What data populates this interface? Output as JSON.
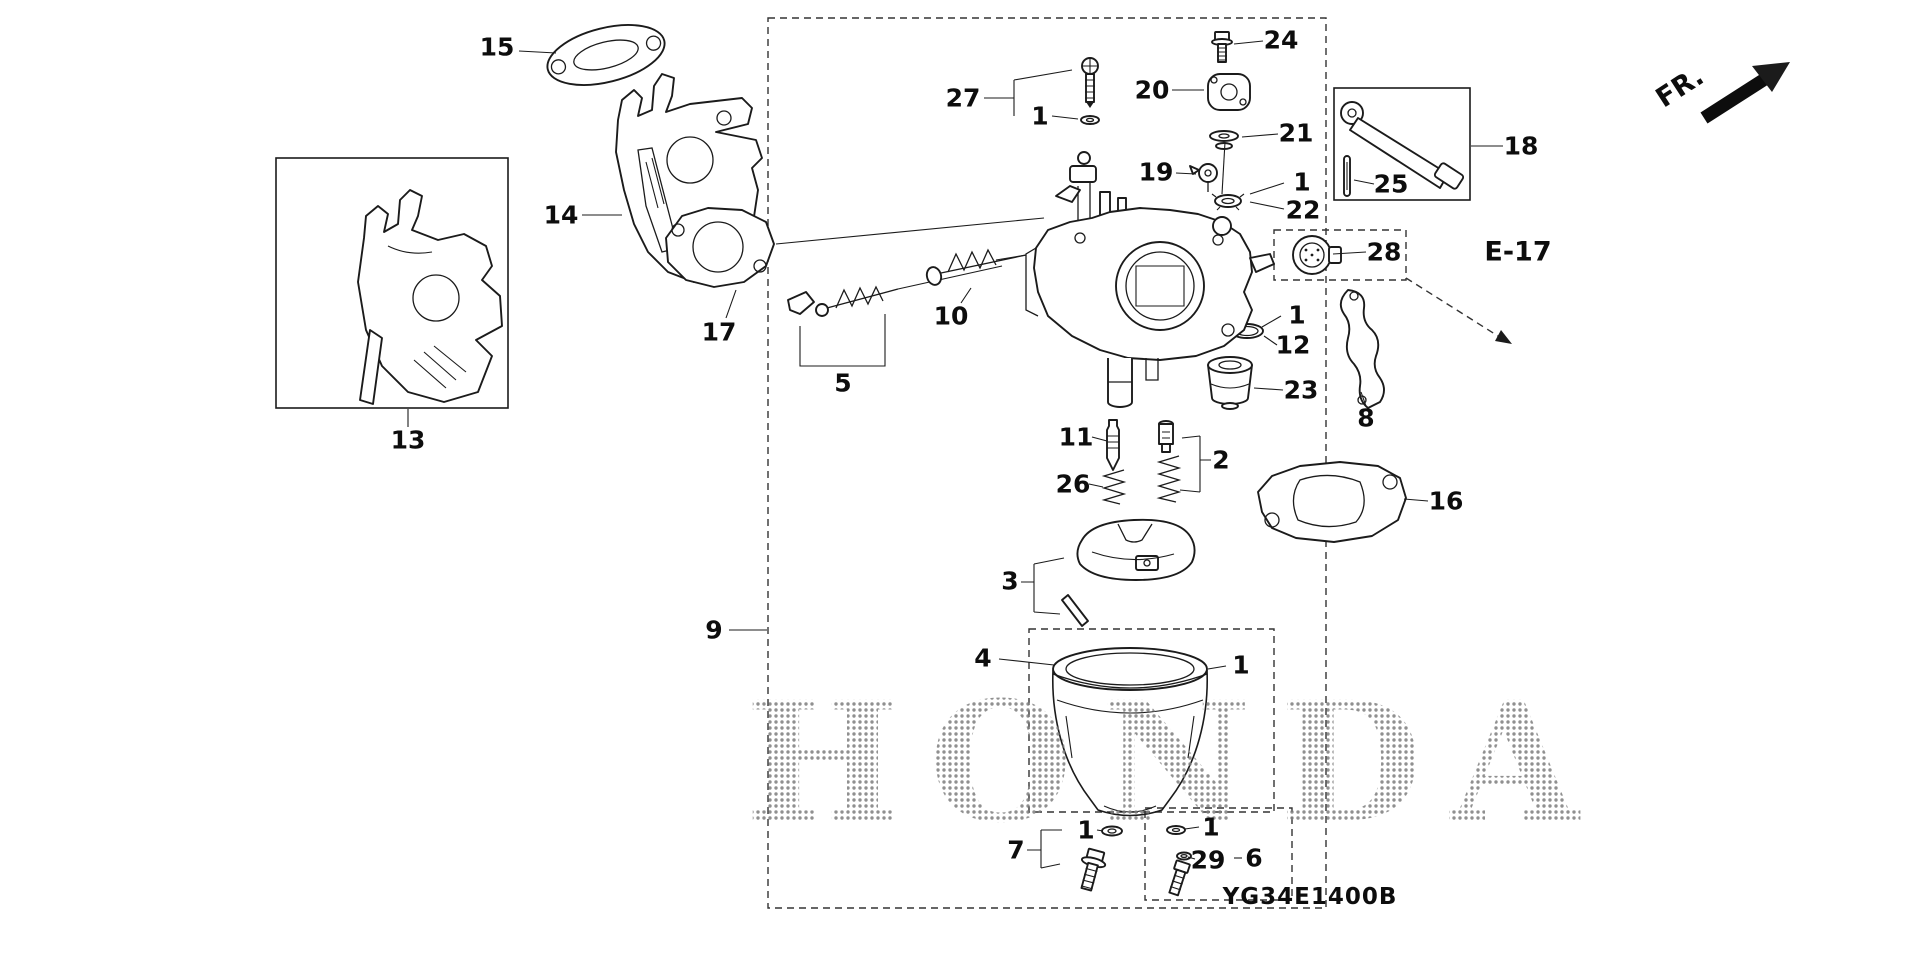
{
  "diagram": {
    "drawing_code": "YG34E1400B",
    "front_marker": "FR.",
    "cross_reference": "E-17",
    "watermark": "HONDA",
    "callouts": [
      {
        "ref": "15"
      },
      {
        "ref": "14"
      },
      {
        "ref": "13"
      },
      {
        "ref": "17"
      },
      {
        "ref": "5"
      },
      {
        "ref": "10"
      },
      {
        "ref": "27"
      },
      {
        "ref": "1"
      },
      {
        "ref": "20"
      },
      {
        "ref": "24"
      },
      {
        "ref": "21"
      },
      {
        "ref": "19"
      },
      {
        "ref": "1"
      },
      {
        "ref": "22"
      },
      {
        "ref": "18"
      },
      {
        "ref": "25"
      },
      {
        "ref": "28"
      },
      {
        "ref": "1"
      },
      {
        "ref": "12"
      },
      {
        "ref": "23"
      },
      {
        "ref": "8"
      },
      {
        "ref": "11"
      },
      {
        "ref": "2"
      },
      {
        "ref": "26"
      },
      {
        "ref": "16"
      },
      {
        "ref": "3"
      },
      {
        "ref": "9"
      },
      {
        "ref": "4"
      },
      {
        "ref": "1"
      },
      {
        "ref": "1"
      },
      {
        "ref": "7"
      },
      {
        "ref": "1"
      },
      {
        "ref": "29"
      },
      {
        "ref": "6"
      }
    ]
  }
}
